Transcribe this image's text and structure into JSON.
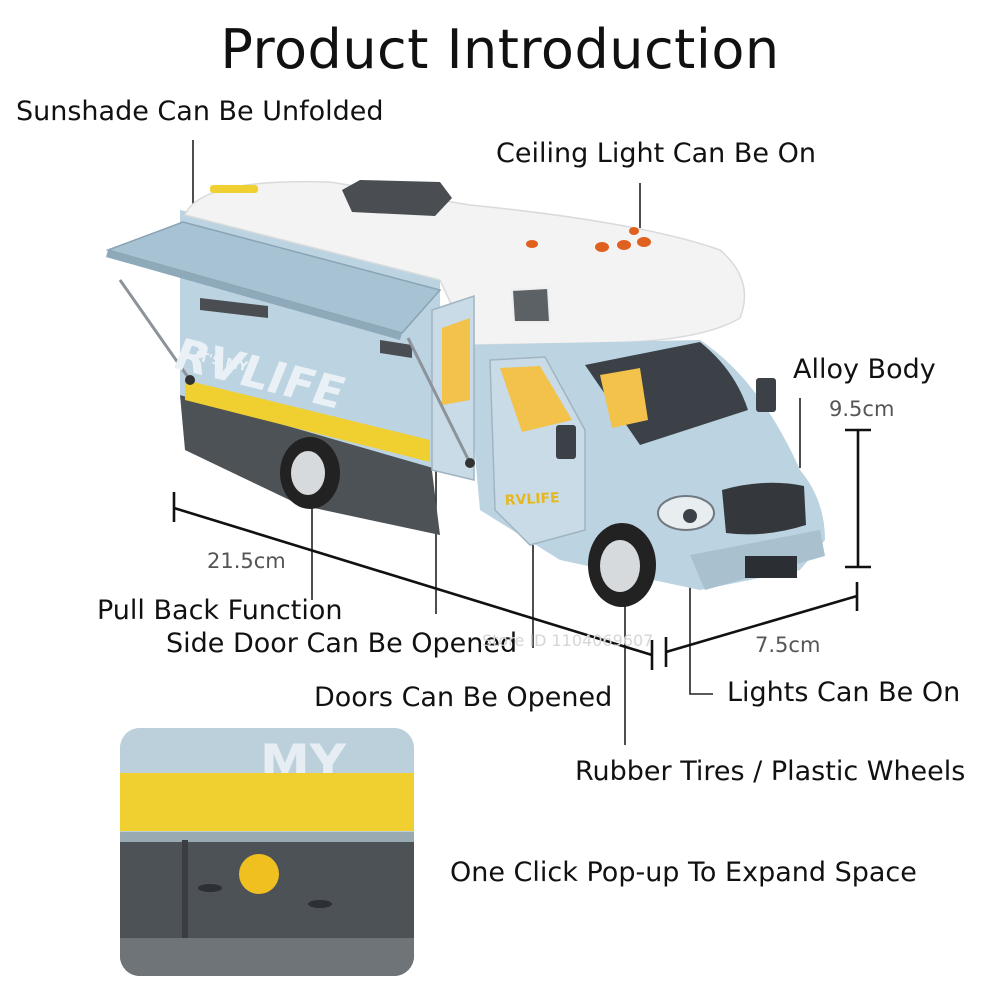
{
  "title": "Product Introduction",
  "labels": {
    "sunshade": "Sunshade Can Be Unfolded",
    "ceiling_light": "Ceiling Light Can Be On",
    "alloy_body": "Alloy Body",
    "pull_back": "Pull Back Function",
    "side_door": "Side Door Can Be Opened",
    "doors": "Doors Can Be Opened",
    "lights": "Lights Can Be On",
    "tires": "Rubber Tires / Plastic Wheels",
    "popup": "One Click Pop-up To Expand Space"
  },
  "dimensions": {
    "length": "21.5cm",
    "height": "9.5cm",
    "width": "7.5cm"
  },
  "vehicle_text": {
    "side_logo_small": "IT'S MY",
    "side_logo_big": "RVLIFE",
    "door_logo": "RVLIFE",
    "inset_logo": "MY"
  },
  "watermark": "Store ID 1104069607",
  "colors": {
    "body_blue": "#bcd3e1",
    "roof_white": "#f2f3f2",
    "stripe_yellow": "#f0d030",
    "lower_gray": "#4d5257",
    "light_amber": "#e06020",
    "interior_yellow": "#f2c24a"
  }
}
